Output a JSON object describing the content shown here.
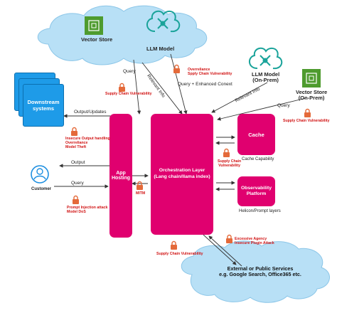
{
  "colors": {
    "accent": "#e0006f",
    "cloud": "#b8e0f6",
    "aws_green": "#4e9b2e",
    "llm_teal": "#1aa39a",
    "blue_box": "#1e9be8",
    "risk_red": "#d11414",
    "lock_orange": "#e46a3a"
  },
  "icons": {
    "vector_store": "aws-storage-icon",
    "llm_model": "neural-brain-icon",
    "customer": "person-icon",
    "risk": "padlock-warning-icon"
  },
  "nodes": {
    "vector_store_cloud": "Vector Store",
    "llm_model_cloud": "LLM Model",
    "llm_model_onprem": "LLM Model\n(On-Prem)",
    "vector_store_onprem": "Vector Store\n(On-Prem)",
    "downstream": "Downstream\nsystems",
    "customer": "Customer",
    "app_hosting": "App\nHosting",
    "orchestration": "Orchestration Layer\n(Lang chain/llama index)",
    "cache": "Cache",
    "observability": "Observability\nPlatform",
    "external": "External or Public Services\ne.g. Google Search, Office365 etc."
  },
  "edges": {
    "query_left": "Query",
    "relevant_info_left": "Relevant Info",
    "query_enhanced": "Query + Enhanced Conext",
    "relevant_info_right": "Relevant Info",
    "query_right": "Query",
    "output_updates": "Output/Updates",
    "output": "Output",
    "query_customer": "Query",
    "cache_capability": "Cache Capability",
    "helicon": "Helicon/Prompt layers"
  },
  "risks": {
    "supply_chain_left": "Supply Chain Vulnerability",
    "overreliance_top": "Overreliance\nSpply Chain Vulnerability",
    "supply_chain_onprem": "Supply Chain Vulnerability",
    "output_handling": "Insecure Output handling\nOverreliance\nModel Theft",
    "supply_chain_middle": "Supply Chain\nVulnerability",
    "mitm": "MITM",
    "prompt_injection": "Prompt Injection attack\nModel DoS",
    "supply_chain_bottom": "Supply Chain Vulnerability",
    "excessive_agency": "Excessive Agency\nInsecure Plugin Attack"
  }
}
